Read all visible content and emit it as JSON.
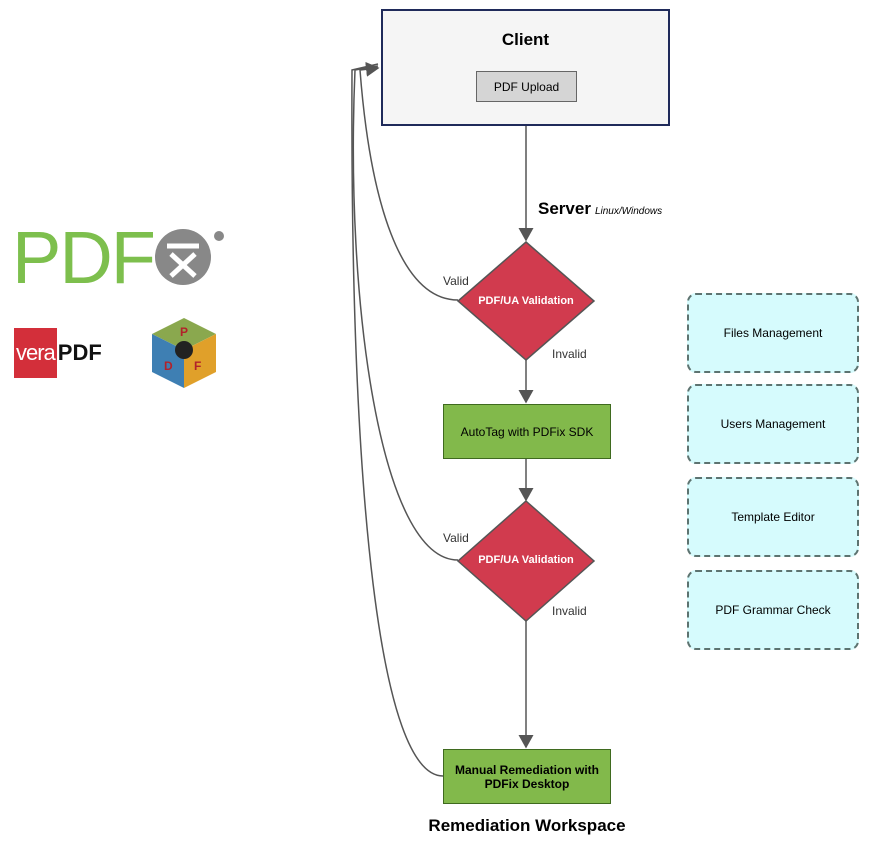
{
  "client": {
    "title": "Client",
    "upload": "PDF Upload"
  },
  "server": {
    "title": "Server",
    "subtitle": "Linux/Windows"
  },
  "validation_1": {
    "label": "PDF/UA Validation",
    "valid": "Valid",
    "invalid": "Invalid"
  },
  "autotag": {
    "label": "AutoTag with PDFix SDK"
  },
  "validation_2": {
    "label": "PDF/UA Validation",
    "valid": "Valid",
    "invalid": "Invalid"
  },
  "remediation": {
    "title": "Remediation Workspace",
    "manual_line1": "Manual Remediation with",
    "manual_line2": "PDFix Desktop"
  },
  "features": [
    "Files Management",
    "Users Management",
    "Template Editor",
    "PDF Grammar Check"
  ],
  "logos": {
    "pdfix": "PDF",
    "verapdf_a": "vera",
    "verapdf_b": "PDF"
  },
  "colors": {
    "diamond": "#d13b4e",
    "green": "#82b94b",
    "server_bg": "#cdeefb",
    "pdfix_green": "#7dbf4d",
    "verapdf_red": "#d32f3a"
  }
}
